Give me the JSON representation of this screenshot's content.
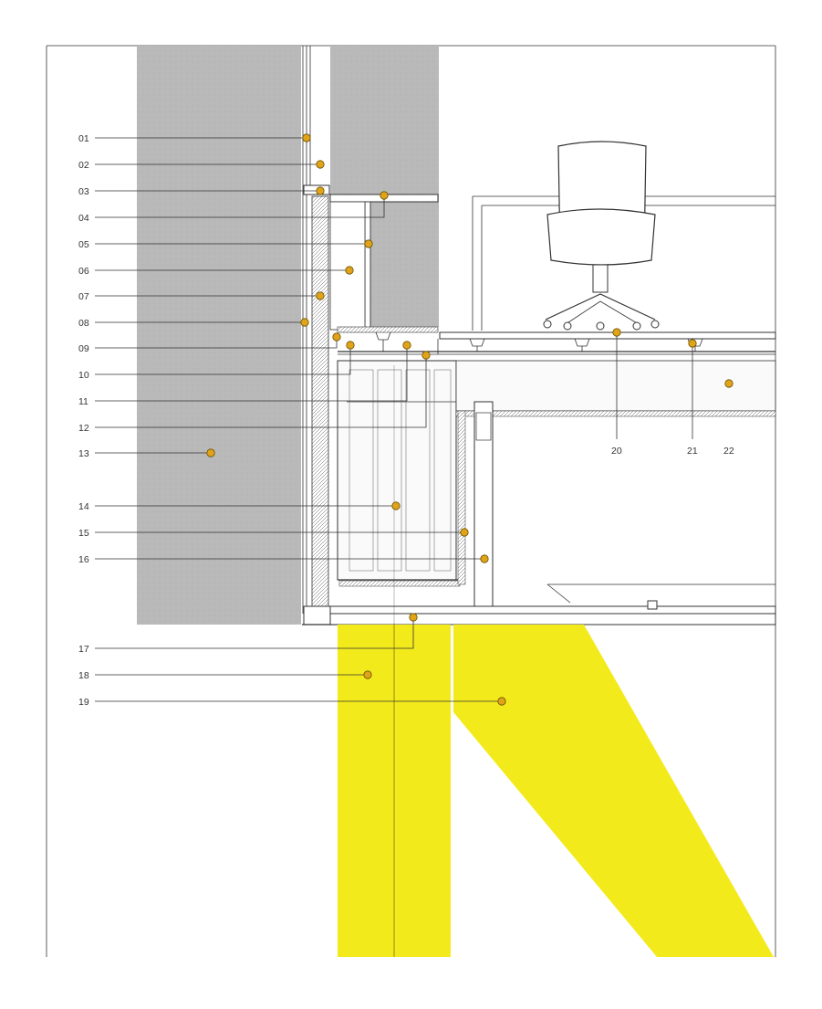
{
  "colors": {
    "concrete": "#b9b9b9",
    "steel_yellow": "#f3ea1c",
    "callout_dot": "#e0a418",
    "line": "#333333"
  },
  "callouts_left": [
    {
      "label": "01"
    },
    {
      "label": "02"
    },
    {
      "label": "03"
    },
    {
      "label": "04"
    },
    {
      "label": "05"
    },
    {
      "label": "06"
    },
    {
      "label": "07"
    },
    {
      "label": "08"
    },
    {
      "label": "09"
    },
    {
      "label": "10"
    },
    {
      "label": "11"
    },
    {
      "label": "12"
    },
    {
      "label": "13"
    },
    {
      "label": "14"
    },
    {
      "label": "15"
    },
    {
      "label": "16"
    },
    {
      "label": "17"
    },
    {
      "label": "18"
    },
    {
      "label": "19"
    }
  ],
  "callouts_right": [
    {
      "label": "20"
    },
    {
      "label": "21"
    },
    {
      "label": "22"
    }
  ],
  "icons": [
    "office-chair-icon"
  ]
}
